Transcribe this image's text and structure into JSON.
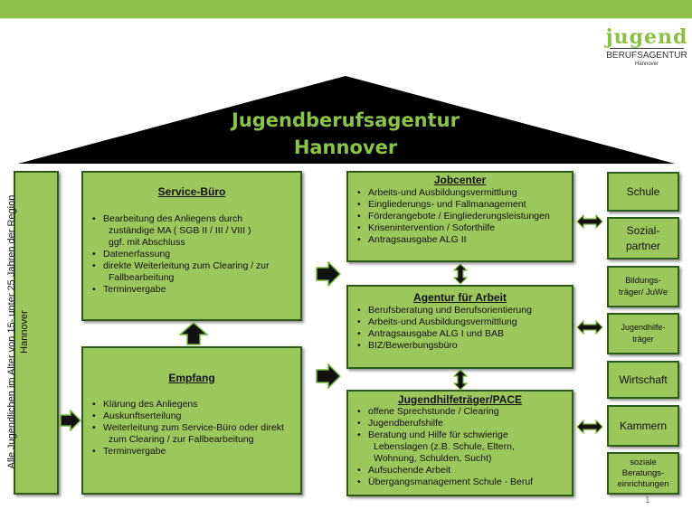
{
  "logo": {
    "main": "jugend",
    "sub": "BERUFSAGENTUR",
    "city": "Hannover"
  },
  "roof": {
    "line1": "Jugendberufsagentur",
    "line2": "Hannover"
  },
  "vertical": {
    "line1": "Alle Jugendlichen im Alter von 15- unter 25 Jahren der Region",
    "line2": "Hannover"
  },
  "service": {
    "title": "Service-Büro",
    "items": [
      "Bearbeitung des Anliegens durch",
      "zuständige MA ( SGB II / III / VIII )",
      "ggf. mit Abschluss",
      "Datenerfassung",
      "direkte Weiterleitung zum Clearing / zur",
      "Fallbearbeitung",
      "Terminvergabe"
    ]
  },
  "empfang": {
    "title": "Empfang",
    "items": [
      "Klärung des Anliegens",
      "Auskunftserteilung",
      "Weiterleitung zum Service-Büro oder direkt",
      "zum Clearing / zur Fallbearbeitung",
      "Terminvergabe"
    ]
  },
  "jobcenter": {
    "title": "Jobcenter",
    "items": [
      "Arbeits-und Ausbildungsvermittlung",
      "Eingliederungs- und Fallmanagement",
      "Förderangebote / Eingliederungsleistungen",
      "Krisenintervention / Soforthilfe",
      "Antragsausgabe ALG II"
    ]
  },
  "agentur": {
    "title": "Agentur für Arbeit",
    "items": [
      "Berufsberatung und Berufsorientierung",
      "Arbeits-und Ausbildungsvermittlung",
      "Antragsausgabe ALG I und BAB",
      "BIZ/Bewerbungsbüro"
    ]
  },
  "jugendhilfe": {
    "title": "Jugendhilfeträger/PACE",
    "items": [
      "offene Sprechstunde / Clearing",
      "Jugendberufshilfe",
      "Beratung und Hilfe für schwierige",
      "Lebenslagen (z.B. Schule, Eltern,",
      "Wohnung, Schulden, Sucht)",
      "Aufsuchende Arbeit",
      "Übergangsmanagement Schule - Beruf"
    ]
  },
  "partners": {
    "schule": "Schule",
    "sozial_1": "Sozial-",
    "sozial_2": "partner",
    "bildung_1": "Bildungs-",
    "bildung_2": "träger/ JuWe",
    "jhtraeger_1": "Jugendhilfe-",
    "jhtraeger_2": "träger",
    "wirtschaft": "Wirtschaft",
    "kammern": "Kammern",
    "soziale_1": "soziale",
    "soziale_2": "Beratungs-",
    "soziale_3": "einrichtungen"
  },
  "page_number": "1"
}
